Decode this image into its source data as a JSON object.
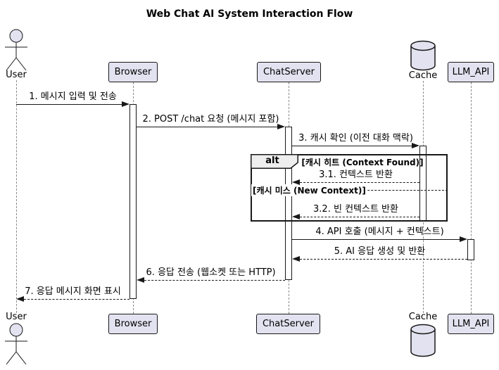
{
  "title": "Web Chat AI System Interaction Flow",
  "participants": [
    {
      "name": "User",
      "type": "actor"
    },
    {
      "name": "Browser",
      "type": "participant"
    },
    {
      "name": "ChatServer",
      "type": "participant"
    },
    {
      "name": "Cache",
      "type": "database"
    },
    {
      "name": "LLM_API",
      "type": "participant"
    }
  ],
  "messages": [
    {
      "label": "1. 메시지 입력 및 전송",
      "from": "User",
      "to": "Browser",
      "line": "solid"
    },
    {
      "label": "2. POST /chat 요청 (메시지 포함)",
      "from": "Browser",
      "to": "ChatServer",
      "line": "solid"
    },
    {
      "label": "3. 캐시 확인 (이전 대화 맥락)",
      "from": "ChatServer",
      "to": "Cache",
      "line": "solid"
    },
    {
      "label": "3.1. 컨텍스트 반환",
      "from": "Cache",
      "to": "ChatServer",
      "line": "dashed"
    },
    {
      "label": "3.2. 빈 컨텍스트 반환",
      "from": "Cache",
      "to": "ChatServer",
      "line": "dashed"
    },
    {
      "label": "4. API 호출 (메시지 + 컨텍스트)",
      "from": "ChatServer",
      "to": "LLM_API",
      "line": "solid"
    },
    {
      "label": "5. AI 응답 생성 및 반환",
      "from": "LLM_API",
      "to": "ChatServer",
      "line": "dashed"
    },
    {
      "label": "6. 응답 전송 (웹소켓 또는 HTTP)",
      "from": "ChatServer",
      "to": "Browser",
      "line": "dashed"
    },
    {
      "label": "7. 응답 메시지 화면 표시",
      "from": "Browser",
      "to": "User",
      "line": "dashed"
    }
  ],
  "alt_frame": {
    "operator": "alt",
    "conditions": [
      "[캐시 히트 (Context Found)]",
      "[캐시 미스 (New Context)]"
    ]
  },
  "colors": {
    "participant_fill": "#E2E2F0",
    "border": "#181818",
    "lifeline": "#8A8A8A",
    "alt_header_fill": "#EEEEEE",
    "background": "#FFFFFF",
    "text": "#000000"
  }
}
